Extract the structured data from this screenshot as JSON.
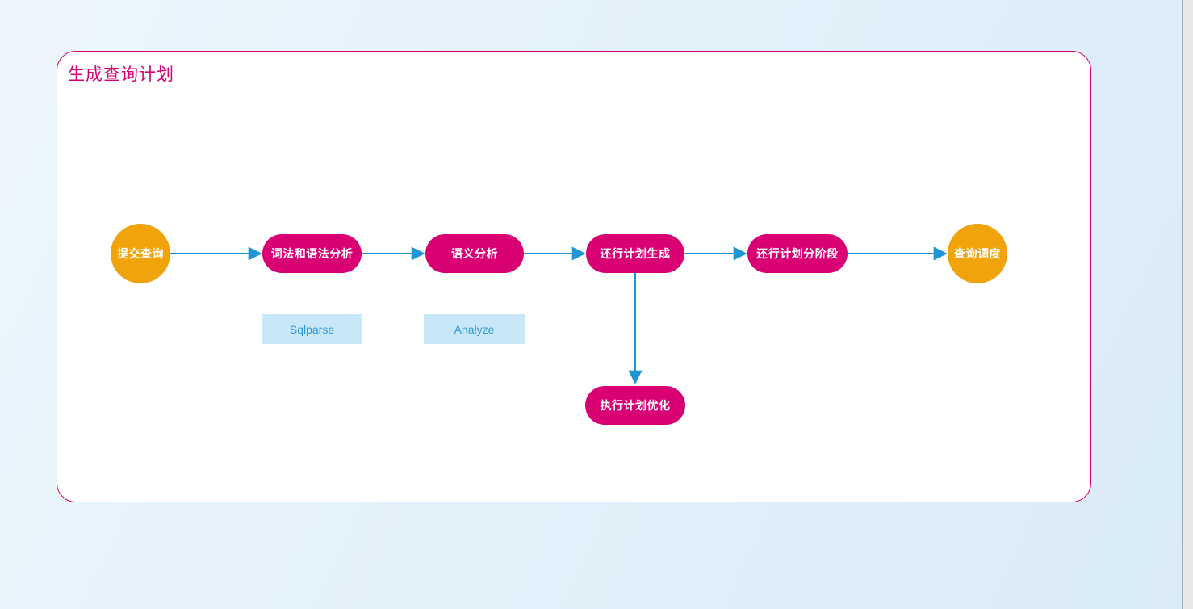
{
  "diagram": {
    "title": "生成查询计划",
    "nodes": [
      {
        "id": "submit-query",
        "label": "提交查询",
        "shape": "circle",
        "color": "#f0a30a"
      },
      {
        "id": "lex-syntax",
        "label": "词法和语法分析",
        "shape": "pill",
        "color": "#d80073"
      },
      {
        "id": "semantic",
        "label": "语义分析",
        "shape": "pill",
        "color": "#d80073"
      },
      {
        "id": "plan-generate",
        "label": "还行计划生成",
        "shape": "pill",
        "color": "#d80073"
      },
      {
        "id": "plan-stage",
        "label": "还行计划分阶段",
        "shape": "pill",
        "color": "#d80073"
      },
      {
        "id": "query-schedule",
        "label": "查询调度",
        "shape": "circle",
        "color": "#f0a30a"
      },
      {
        "id": "plan-optimize",
        "label": "执行计划优化",
        "shape": "pill",
        "color": "#d80073"
      }
    ],
    "annotations": [
      {
        "id": "sqlparse",
        "label": "Sqlparse"
      },
      {
        "id": "analyze",
        "label": "Analyze"
      }
    ],
    "edges": [
      {
        "from": "submit-query",
        "to": "lex-syntax"
      },
      {
        "from": "lex-syntax",
        "to": "semantic"
      },
      {
        "from": "semantic",
        "to": "plan-generate"
      },
      {
        "from": "plan-generate",
        "to": "plan-stage"
      },
      {
        "from": "plan-stage",
        "to": "query-schedule"
      },
      {
        "from": "plan-generate",
        "to": "plan-optimize"
      }
    ],
    "colors": {
      "panel_border": "#d6006f",
      "title": "#d80073",
      "node_pill": "#d80073",
      "node_circle": "#f0a30a",
      "connector": "#1e96d6",
      "annotation_bg": "#c9e8f7",
      "annotation_text": "#2d9ad3",
      "canvas_bg": "#e3f1fa",
      "scrollbar_track": "#e9e7e8"
    }
  }
}
